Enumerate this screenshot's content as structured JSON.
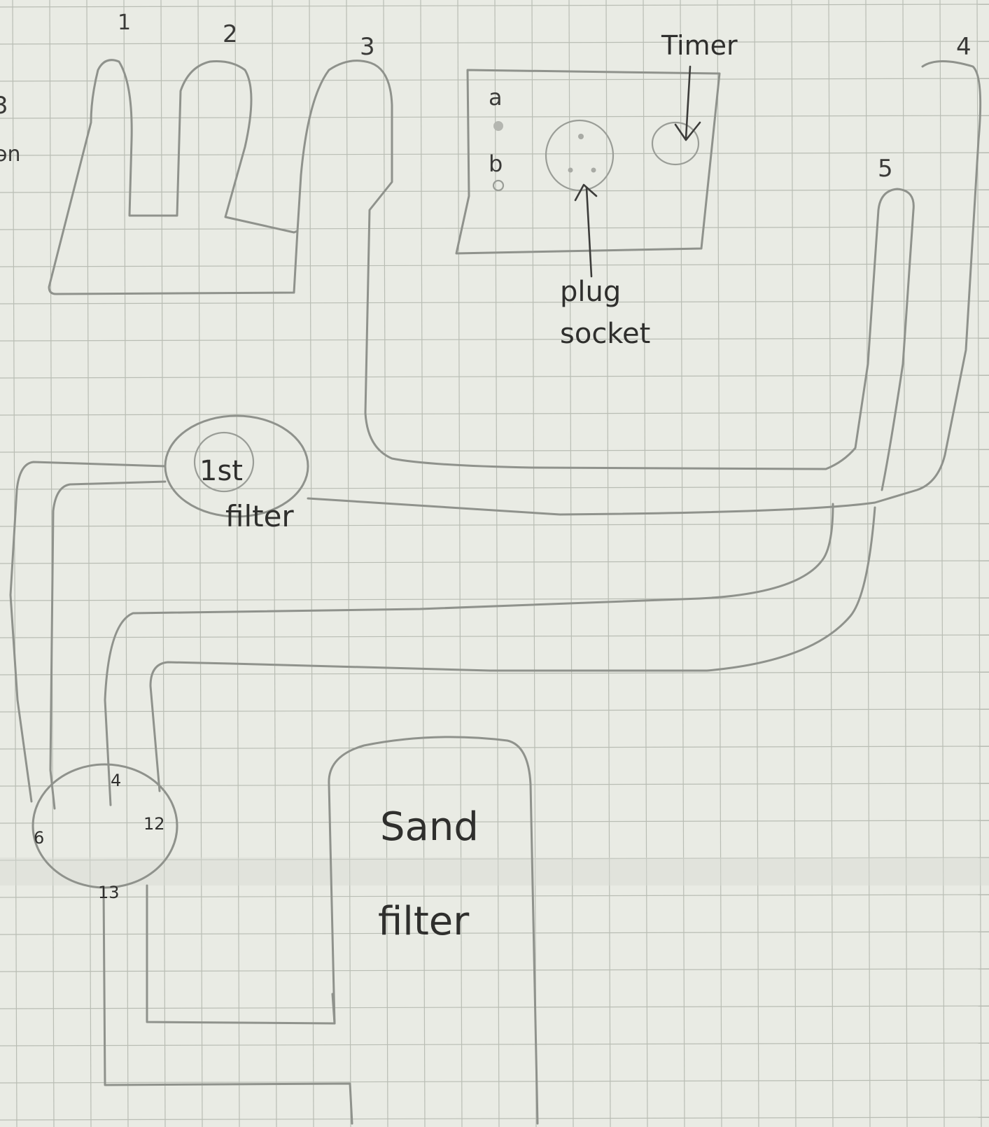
{
  "diagram": {
    "pipe_numbers": [
      "1",
      "2",
      "3",
      "4",
      "5"
    ],
    "left_edge_fragments": [
      "3",
      "ən"
    ],
    "control_box": {
      "indicator_a": "a",
      "indicator_b": "b",
      "timer_label": "Timer",
      "plug_label_line1": "plug",
      "plug_label_line2": "socket"
    },
    "first_filter": {
      "label_line1": "1st",
      "label_line2": "filter"
    },
    "valve": {
      "port_top": "4",
      "port_right": "12",
      "port_bottom": "13",
      "port_left": "6"
    },
    "sand_filter": {
      "label_line1": "Sand",
      "label_line2": "filter"
    }
  }
}
